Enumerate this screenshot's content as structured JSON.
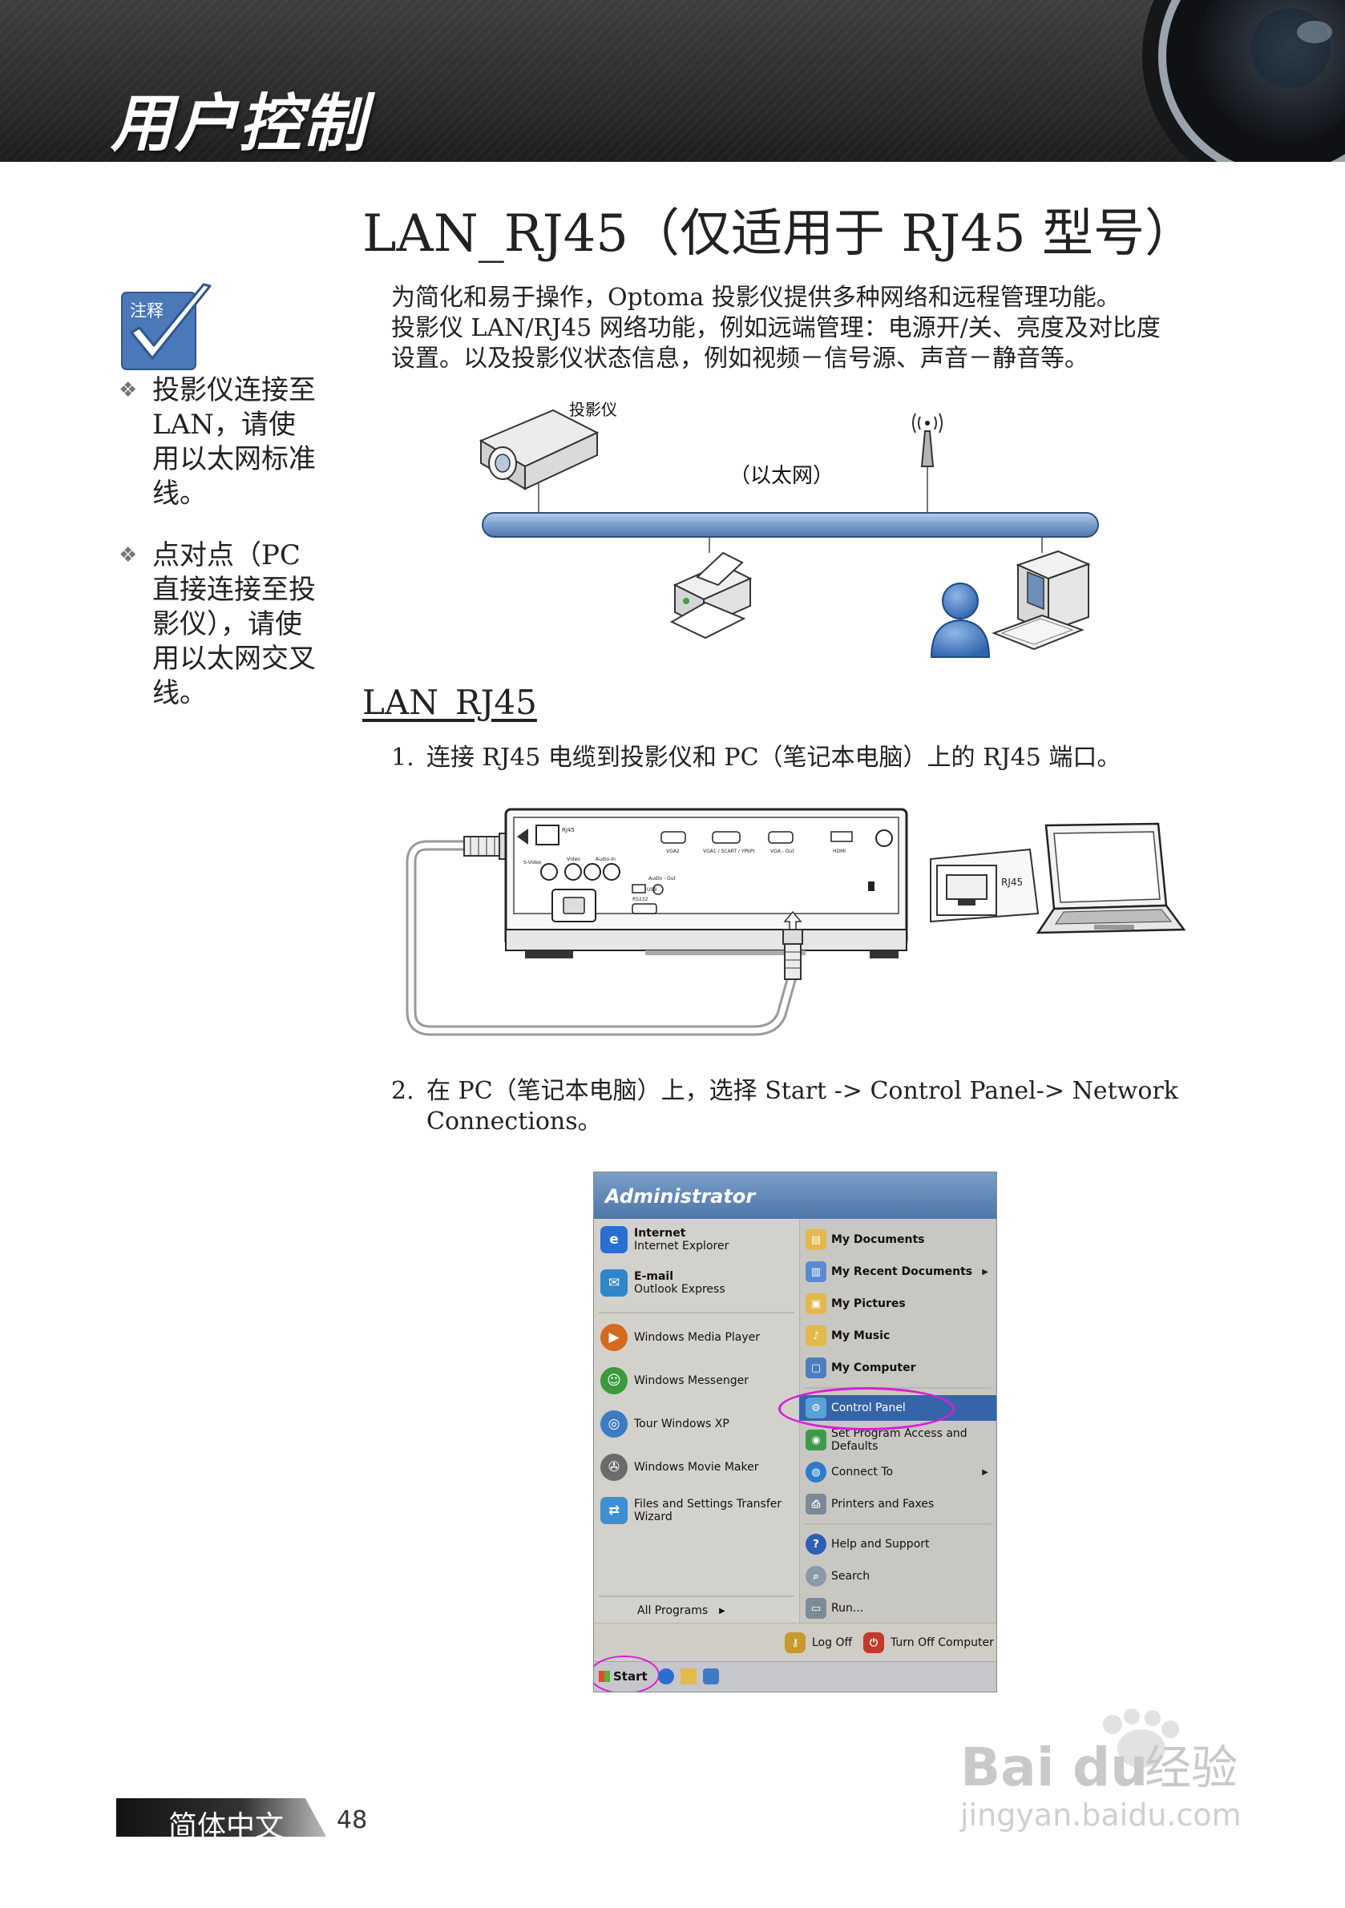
{
  "header": {
    "title": "用户控制"
  },
  "section": {
    "title": "LAN_RJ45（仅适用于 RJ45 型号）",
    "intro": [
      "为简化和易于操作，Optoma 投影仪提供多种网络和远程管理功能。",
      "投影仪 LAN/RJ45 网络功能，例如远端管理：电源开/关、亮度及对比度",
      "设置。以及投影仪状态信息，例如视频－信号源、声音－静音等。"
    ]
  },
  "note": {
    "badge": "注释",
    "items": [
      {
        "lines": [
          "投影仪连接至",
          "LAN，请使",
          "用以太网标准",
          "线。"
        ]
      },
      {
        "lines": [
          "点对点（PC",
          "直接连接至投",
          "影仪），请使",
          "用以太网交叉",
          "线。"
        ]
      }
    ]
  },
  "network_diagram": {
    "projector_label": "投影仪",
    "ethernet_label": "（以太网）"
  },
  "subsection": {
    "title": "LAN_RJ45"
  },
  "steps": [
    {
      "num": "1.",
      "lines": [
        "连接 RJ45 电缆到投影仪和 PC（笔记本电脑）上的 RJ45 端口。"
      ]
    },
    {
      "num": "2.",
      "lines": [
        "在 PC（笔记本电脑）上，选择 Start -> Control Panel-> Network",
        "Connections。"
      ]
    }
  ],
  "connection_diagram": {
    "rj45_label": "RJ45",
    "port_labels": [
      "RJ45",
      "VGA2",
      "VGA1 / SCART / YPbPr",
      "VGA - Out",
      "HDMI",
      "S-Video",
      "Video",
      "Audio-In",
      "USB",
      "RS232",
      "Audio - Out"
    ]
  },
  "start_menu": {
    "user": "Administrator",
    "left_items": [
      {
        "title": "Internet",
        "subtitle": "Internet Explorer",
        "icon": "ie-icon",
        "color": "#2a6fd0"
      },
      {
        "title": "E-mail",
        "subtitle": "Outlook Express",
        "icon": "mail-icon",
        "color": "#2f86c9"
      },
      {
        "title": "Windows Media Player",
        "icon": "media-player-icon",
        "color": "#d66a1c"
      },
      {
        "title": "Windows Messenger",
        "icon": "messenger-icon",
        "color": "#3b9a3b"
      },
      {
        "title": "Tour Windows XP",
        "icon": "tour-icon",
        "color": "#3d7cc4"
      },
      {
        "title": "Windows Movie Maker",
        "icon": "movie-maker-icon",
        "color": "#6b6b6b"
      },
      {
        "title": "Files and Settings Transfer",
        "subtitle": "Wizard",
        "icon": "transfer-icon",
        "color": "#3e8fcf"
      }
    ],
    "all_programs": "All Programs",
    "right_items": [
      {
        "label": "My Documents",
        "bold": true,
        "icon": "folder-icon",
        "color": "#e2b94a"
      },
      {
        "label": "My Recent Documents",
        "bold": true,
        "arrow": true,
        "icon": "recent-docs-icon",
        "color": "#5a8ad0"
      },
      {
        "label": "My Pictures",
        "bold": true,
        "icon": "pictures-icon",
        "color": "#e2b94a"
      },
      {
        "label": "My Music",
        "bold": true,
        "icon": "music-icon",
        "color": "#e2b94a"
      },
      {
        "label": "My Computer",
        "bold": true,
        "icon": "computer-icon",
        "color": "#4d7cc1"
      },
      {
        "label": "Control Panel",
        "highlight": true,
        "icon": "control-panel-icon",
        "color": "#5aa1d8"
      },
      {
        "label": "Set Program Access and",
        "subtitle": "Defaults",
        "icon": "program-access-icon",
        "color": "#3c9a4a"
      },
      {
        "label": "Connect To",
        "arrow": true,
        "icon": "connect-icon",
        "color": "#2e7cc9"
      },
      {
        "label": "Printers and Faxes",
        "icon": "printer-icon",
        "color": "#7a8898"
      },
      {
        "label": "Help and Support",
        "icon": "help-icon",
        "color": "#2d5fb3"
      },
      {
        "label": "Search",
        "icon": "search-icon",
        "color": "#8a9aa8"
      },
      {
        "label": "Run...",
        "icon": "run-icon",
        "color": "#7d8b99"
      }
    ],
    "log_off": "Log Off",
    "turn_off": "Turn Off Computer",
    "start": "Start"
  },
  "footer": {
    "language": "简体中文",
    "page": "48"
  },
  "watermark": {
    "brand": "Bai",
    "brand2": "du",
    "suffix": "经验",
    "url": "jingyan.baidu.com"
  },
  "colors": {
    "accent": "#4a78b8",
    "highlight_ring": "#d91ed9",
    "header_bg": "#2e2e2e"
  }
}
